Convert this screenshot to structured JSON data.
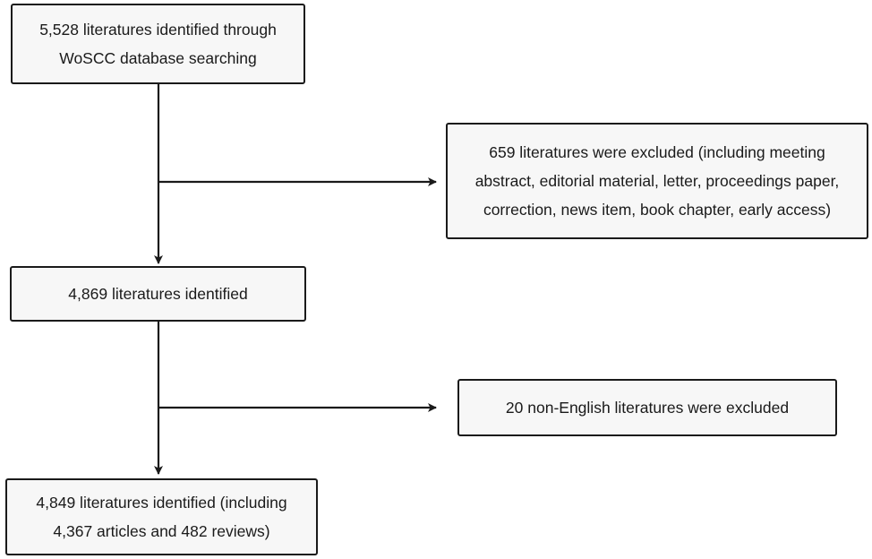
{
  "flowchart": {
    "nodes": [
      {
        "id": "identified-initial",
        "lines": [
          "5,528 literatures identified through",
          "WoSCC database searching"
        ]
      },
      {
        "id": "excluded-doc-types",
        "lines": [
          "659 literatures were excluded (including meeting",
          "abstract, editorial material, letter, proceedings paper,",
          "correction, news item, book chapter, early access)"
        ]
      },
      {
        "id": "identified-after-type-filter",
        "lines": [
          "4,869 literatures identified"
        ]
      },
      {
        "id": "excluded-language",
        "lines": [
          "20 non-English literatures were excluded"
        ]
      },
      {
        "id": "identified-final",
        "lines": [
          "4,849 literatures identified (including",
          "4,367 articles and 482 reviews)"
        ]
      }
    ],
    "edges": [
      {
        "from": "identified-initial",
        "to": "identified-after-type-filter"
      },
      {
        "from": "identified-initial",
        "to": "excluded-doc-types"
      },
      {
        "from": "identified-after-type-filter",
        "to": "identified-final"
      },
      {
        "from": "identified-after-type-filter",
        "to": "excluded-language"
      }
    ],
    "colors": {
      "box_fill": "#f7f7f7",
      "stroke": "#1a1a1a",
      "text": "#1a1a1a"
    }
  }
}
